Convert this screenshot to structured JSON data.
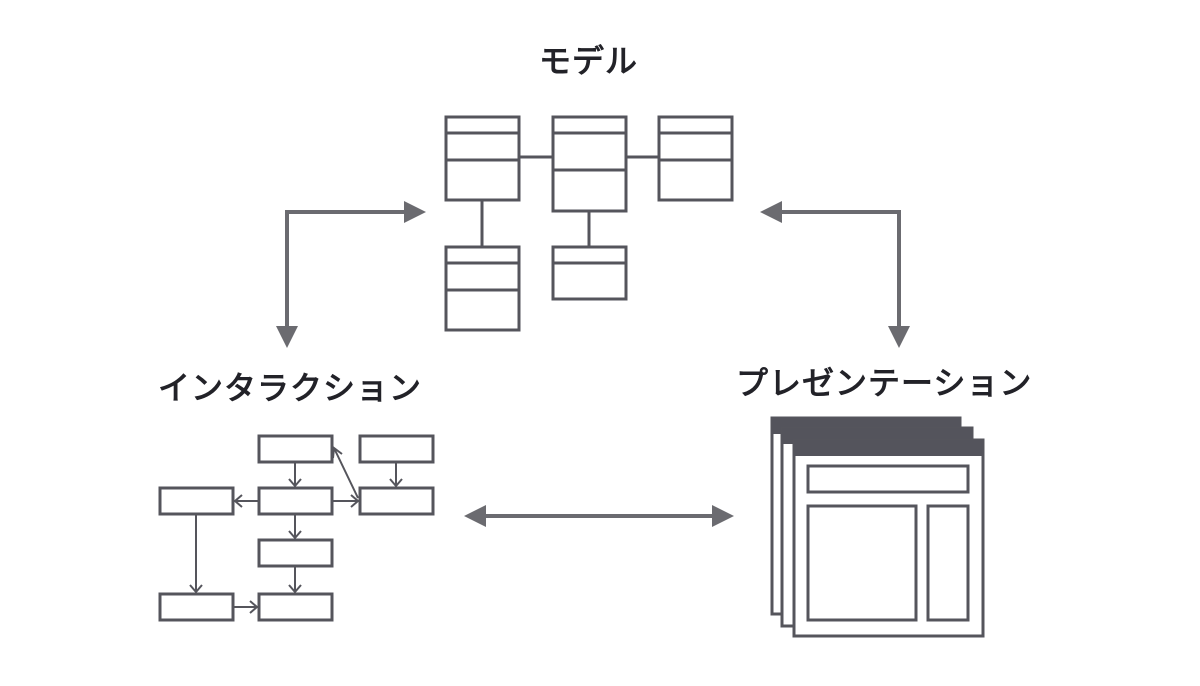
{
  "labels": {
    "model": "モデル",
    "interaction": "インタラクション",
    "presentation": "プレゼンテーション"
  },
  "colors": {
    "stroke": "#55555c",
    "arrow": "#6b6b70",
    "window_bar": "#54545c",
    "text": "#222228"
  }
}
